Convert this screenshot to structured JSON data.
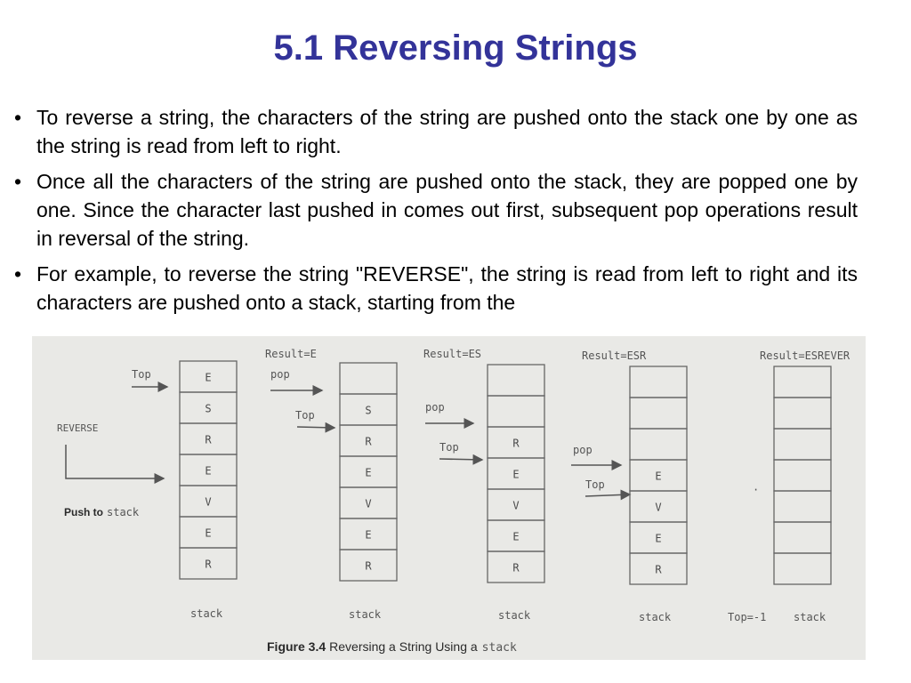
{
  "title": "5.1 Reversing Strings",
  "bullets": [
    "To reverse a string, the characters of the string are pushed onto the stack one by one as the string is read from left to right.",
    " Once all the characters of the string are pushed onto the stack, they are popped one by one. Since the character last pushed in comes out first, subsequent pop operations result in reversal of the string.",
    "For example, to reverse the string \"REVERSE\", the string is read from left to right and its characters are pushed onto a stack, starting from the"
  ],
  "figure": {
    "input_label": "REVERSE",
    "push_label_bold": "Push to",
    "push_label_mono": "stack",
    "top_label": "Top",
    "pop_label": "pop",
    "top_empty_label": "Top=-1",
    "stack_label": "stack",
    "results": [
      "Result=E",
      "Result=ES",
      "Result=ESR",
      "Result=ESREVER"
    ],
    "stacks": [
      [
        "E",
        "S",
        "R",
        "E",
        "V",
        "E",
        "R"
      ],
      [
        "",
        "S",
        "R",
        "E",
        "V",
        "E",
        "R"
      ],
      [
        "",
        "",
        "R",
        "E",
        "V",
        "E",
        "R"
      ],
      [
        "",
        "",
        "",
        "E",
        "V",
        "E",
        "R"
      ],
      [
        "",
        "",
        "",
        "",
        "",
        "",
        ""
      ]
    ],
    "caption_bold": "Figure 3.4",
    "caption_text": "Reversing a String Using a",
    "caption_mono": "stack"
  }
}
